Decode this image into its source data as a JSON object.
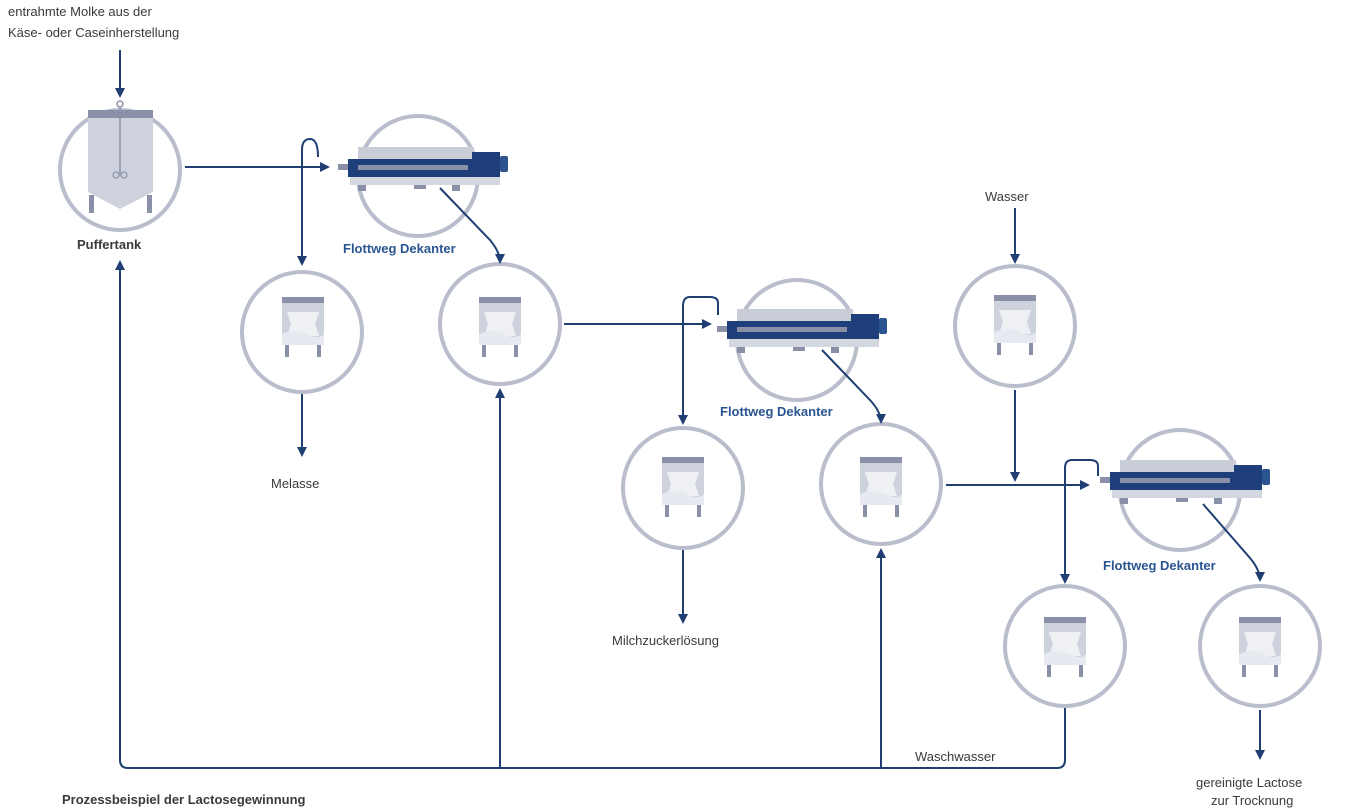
{
  "labels": {
    "input_line1": "entrahmte Molke aus der",
    "input_line2": "Käse- oder Caseinherstellung",
    "puffertank": "Puffertank",
    "decanter_1": "Flottweg Dekanter",
    "decanter_2": "Flottweg Dekanter",
    "decanter_3": "Flottweg Dekanter",
    "melasse": "Melasse",
    "milchzucker": "Milchzuckerlösung",
    "wasser": "Wasser",
    "waschwasser": "Waschwasser",
    "output_line1": "gereinigte Lactose",
    "output_line2": "zur Trocknung",
    "caption": "Prozessbeispiel der Lactosegewinnung"
  },
  "colors": {
    "flow_line": "#1f3f73",
    "circle": "#b9bdcc",
    "tank_body": "#cdd2dd",
    "tank_dark": "#8a90a8",
    "decanter_dark": "#1e3f7a",
    "accent_blue": "#2a5591"
  }
}
